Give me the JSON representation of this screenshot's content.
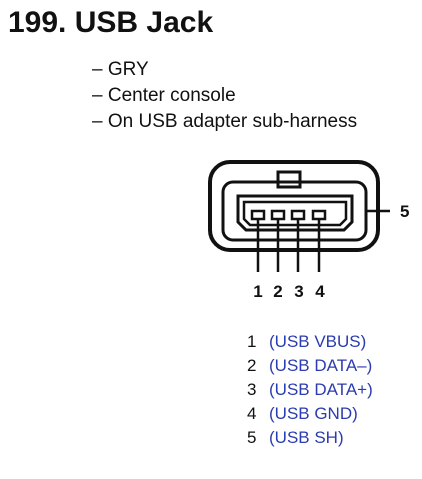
{
  "title": "199. USB Jack",
  "info_lines": [
    "– GRY",
    "– Center console",
    "– On USB adapter sub-harness"
  ],
  "connector": {
    "pin_numbers": [
      "1",
      "2",
      "3",
      "4"
    ],
    "shield_label": "5"
  },
  "legend": [
    {
      "num": "1",
      "signal": "(USB VBUS)"
    },
    {
      "num": "2",
      "signal": "(USB DATA–)"
    },
    {
      "num": "3",
      "signal": "(USB DATA+)"
    },
    {
      "num": "4",
      "signal": "(USB GND)"
    },
    {
      "num": "5",
      "signal": "(USB SH)"
    }
  ],
  "colors": {
    "text": "#111111",
    "signal": "#2b3bb0"
  }
}
